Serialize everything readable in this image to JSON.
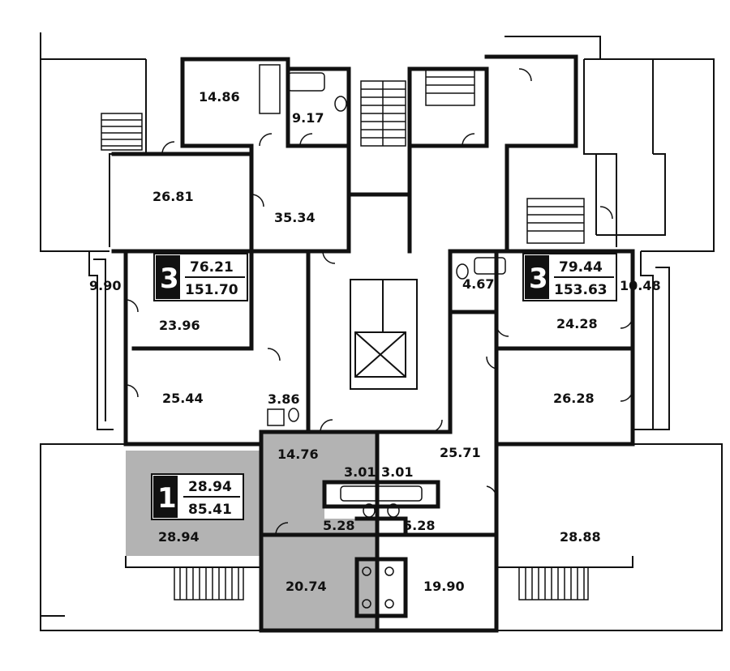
{
  "colors": {
    "wall": "#111111",
    "highlight": "#b3b3b3",
    "background": "#ffffff"
  },
  "rooms": {
    "r1486": "14.86",
    "r917": "9.17",
    "r2681": "26.81",
    "r3534": "35.34",
    "r990": "9.90",
    "r2396": "23.96",
    "r2544": "25.44",
    "r386": "3.86",
    "r1476": "14.76",
    "r301a": "3.01",
    "r301b": "3.01",
    "r2571": "25.71",
    "r528a": "5.28",
    "r528b": "5.28",
    "r2894": "28.94",
    "r2074": "20.74",
    "r1990": "19.90",
    "r2888": "28.88",
    "r467": "4.67",
    "r1048": "10.48",
    "r2428": "24.28",
    "r2628": "26.28"
  },
  "apartments": [
    {
      "rooms": "3",
      "living": "76.21",
      "total": "151.70"
    },
    {
      "rooms": "3",
      "living": "79.44",
      "total": "153.63"
    },
    {
      "rooms": "1",
      "living": "28.94",
      "total": "85.41"
    }
  ]
}
